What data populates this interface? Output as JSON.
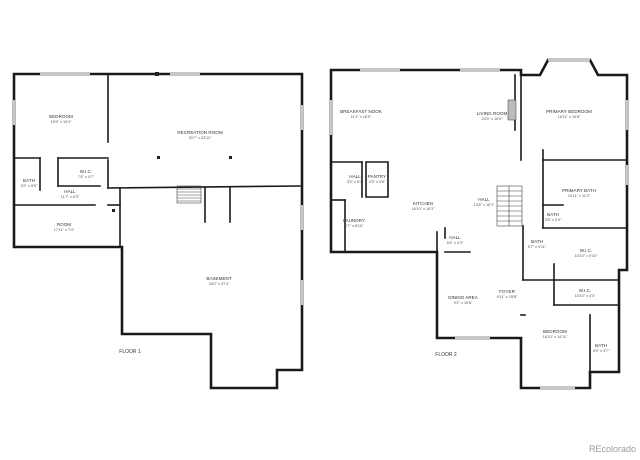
{
  "floor1": {
    "label": "FLOOR 1",
    "rooms": {
      "bedroom": {
        "name": "BEDROOM",
        "dim": "16'9\" x 15'4\""
      },
      "recreation": {
        "name": "RECREATION ROOM",
        "dim": "30'7\" x 23'11\""
      },
      "wic": {
        "name": "W.I.C.",
        "dim": "7'6\" x 4'7\""
      },
      "bath": {
        "name": "BATH",
        "dim": "5'2\" x 8'5\""
      },
      "hall": {
        "name": "HALL",
        "dim": "11'7\" x 8'3\""
      },
      "room": {
        "name": "ROOM",
        "dim": "17'11\" x 7'4\""
      },
      "basement": {
        "name": "BASEMENT",
        "dim": "34'0\" x 37'4\""
      }
    }
  },
  "floor2": {
    "label": "FLOOR 2",
    "rooms": {
      "breakfast": {
        "name": "BREAKFAST NOOK",
        "dim": "11'1\" x 16'9\""
      },
      "living": {
        "name": "LIVING ROOM",
        "dim": "24'3\" x 16'9\""
      },
      "primary_bedroom": {
        "name": "PRIMARY BEDROOM",
        "dim": "16'11\" x 16'8\""
      },
      "hall_small": {
        "name": "HALL",
        "dim": "3'3\" x 8'3\""
      },
      "pantry": {
        "name": "PANTRY",
        "dim": "4'3\" x 5'8\""
      },
      "kitchen": {
        "name": "KITCHEN",
        "dim": "16'10\" x 16'3\""
      },
      "hall_main": {
        "name": "HALL",
        "dim": "13'8\" x 16'1\""
      },
      "primary_bath": {
        "name": "PRIMARY BATH",
        "dim": "14'11\" x 11'2\""
      },
      "bath_small": {
        "name": "BATH",
        "dim": "3'5\" x 3'4\""
      },
      "laundry": {
        "name": "LAUNDRY",
        "dim": "6'7\" x 8'10\""
      },
      "hall_lower": {
        "name": "HALL",
        "dim": "5'4\" x 4'3\""
      },
      "bath_mid": {
        "name": "BATH",
        "dim": "5'7\" x 9'11\""
      },
      "wic_upper": {
        "name": "W.I.C.",
        "dim": "10'10\" x 9'10\""
      },
      "dining": {
        "name": "DINING AREA",
        "dim": "9'2\" x 15'8\""
      },
      "foyer": {
        "name": "FOYER",
        "dim": "9'11\" x 15'8\""
      },
      "wic_lower": {
        "name": "W.I.C.",
        "dim": "10'10\" x 4'3\""
      },
      "bedroom": {
        "name": "BEDROOM",
        "dim": "16'10\" x 14'11\""
      },
      "bath_corner": {
        "name": "BATH",
        "dim": "4'9\" x 3'7\""
      }
    }
  },
  "watermark": "REcolorado"
}
